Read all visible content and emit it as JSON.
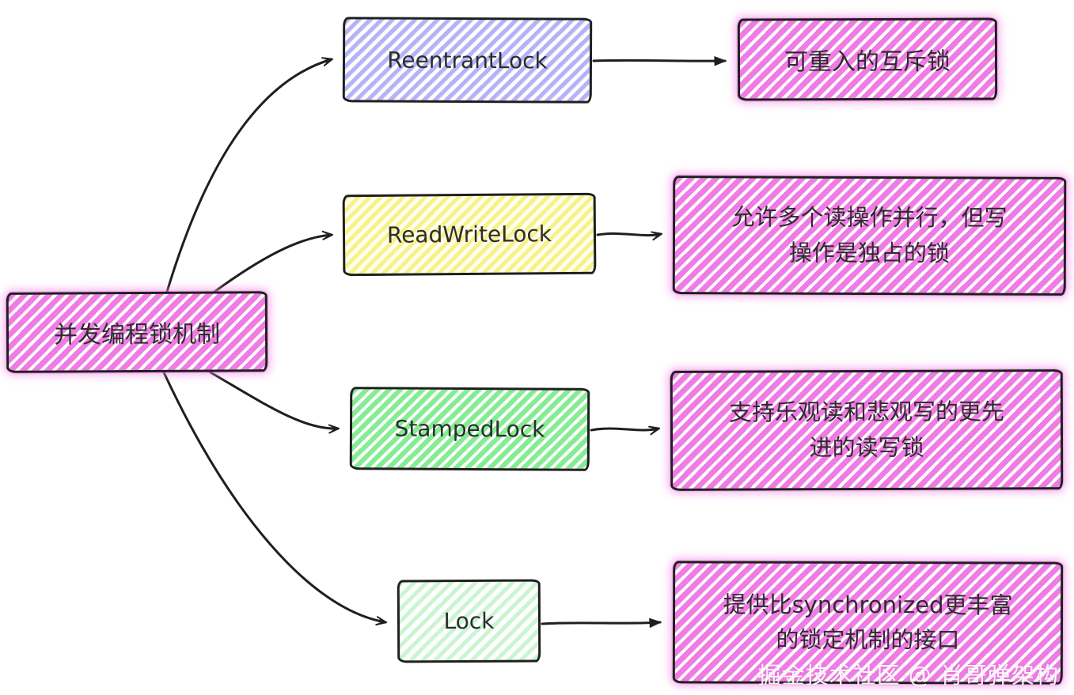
{
  "diagram": {
    "type": "mindmap",
    "root": {
      "label": "并发编程锁机制",
      "fill": "#ef7ce4"
    },
    "branches": [
      {
        "label": "ReentrantLock",
        "fill": "#b6b2f6",
        "description": "可重入的互斥锁",
        "description_fill": "#ef7ce4"
      },
      {
        "label": "ReadWriteLock",
        "fill": "#f7f288",
        "description": "允许多个读操作并行，但写操作是独占的锁",
        "description_fill": "#ef7ce4"
      },
      {
        "label": "StampedLock",
        "fill": "#85ec94",
        "description": "支持乐观读和悲观写的更先进的读写锁",
        "description_fill": "#ef7ce4"
      },
      {
        "label": "Lock",
        "fill": "#c9f5d2",
        "description": "提供比synchronized更丰富的锁定机制的接口",
        "description_fill": "#ef7ce4"
      }
    ],
    "watermark": "掘金技术社区 @ 肖哥弹架构",
    "colors": {
      "stroke": "#1f1f1f",
      "text": "#2d2d2d",
      "background": "#ffffff"
    }
  }
}
